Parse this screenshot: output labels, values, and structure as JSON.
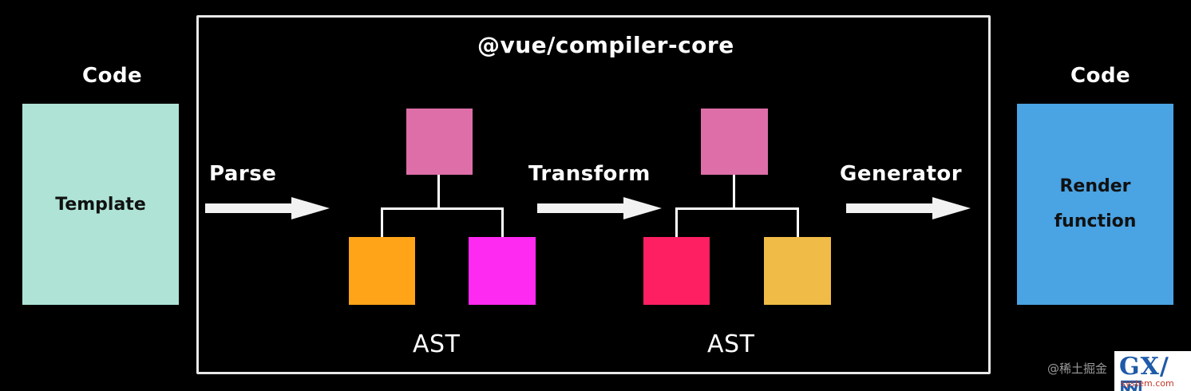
{
  "title": "@vue/compiler-core",
  "input": {
    "heading": "Code",
    "box_label": "Template",
    "color": "#aee3d5"
  },
  "output": {
    "heading": "Code",
    "box_label_line1": "Render",
    "box_label_line2": "function",
    "color": "#4aa3e3"
  },
  "steps": {
    "parse": "Parse",
    "transform": "Transform",
    "generator": "Generator"
  },
  "ast1": {
    "label": "AST",
    "root_color": "#dd6ea8",
    "left_color": "#ffa418",
    "right_color": "#ff2af1"
  },
  "ast2": {
    "label": "AST",
    "root_color": "#dd6ea8",
    "left_color": "#fe1f63",
    "right_color": "#f0bb46"
  },
  "watermark": {
    "text": "@稀土掘金",
    "logo_main": "GX/网",
    "logo_sub": "system.com"
  }
}
